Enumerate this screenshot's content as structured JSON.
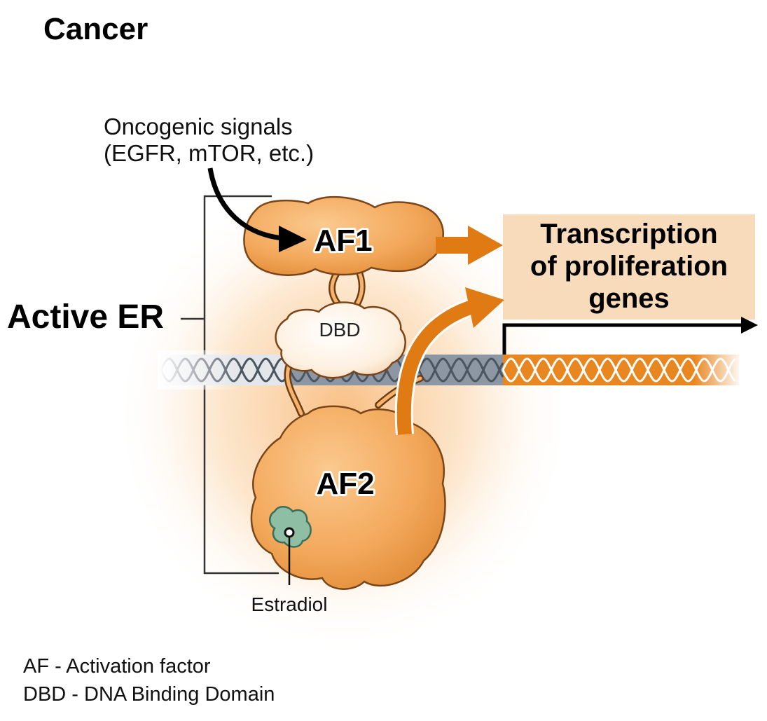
{
  "title": "Cancer",
  "active_label": "Active ER",
  "signals": {
    "line1": "Oncogenic signals",
    "line2": "(EGFR, mTOR, etc.)"
  },
  "domains": {
    "af1": "AF1",
    "dbd": "DBD",
    "af2": "AF2"
  },
  "transcription": {
    "line1": "Transcription",
    "line2": "of proliferation",
    "line3": "genes"
  },
  "ligand": "Estradiol",
  "legend": [
    "AF - Activation factor",
    "DBD - DNA Binding Domain"
  ],
  "colors": {
    "protein": "#f0a252",
    "protein_dark": "#b46b27",
    "arrow_orange": "#e07a12",
    "transcription_box": "#f7dbbb",
    "dna_gray": "#9aa3ad",
    "dna_orange": "#e8861f",
    "estradiol": "#8ebea3"
  }
}
